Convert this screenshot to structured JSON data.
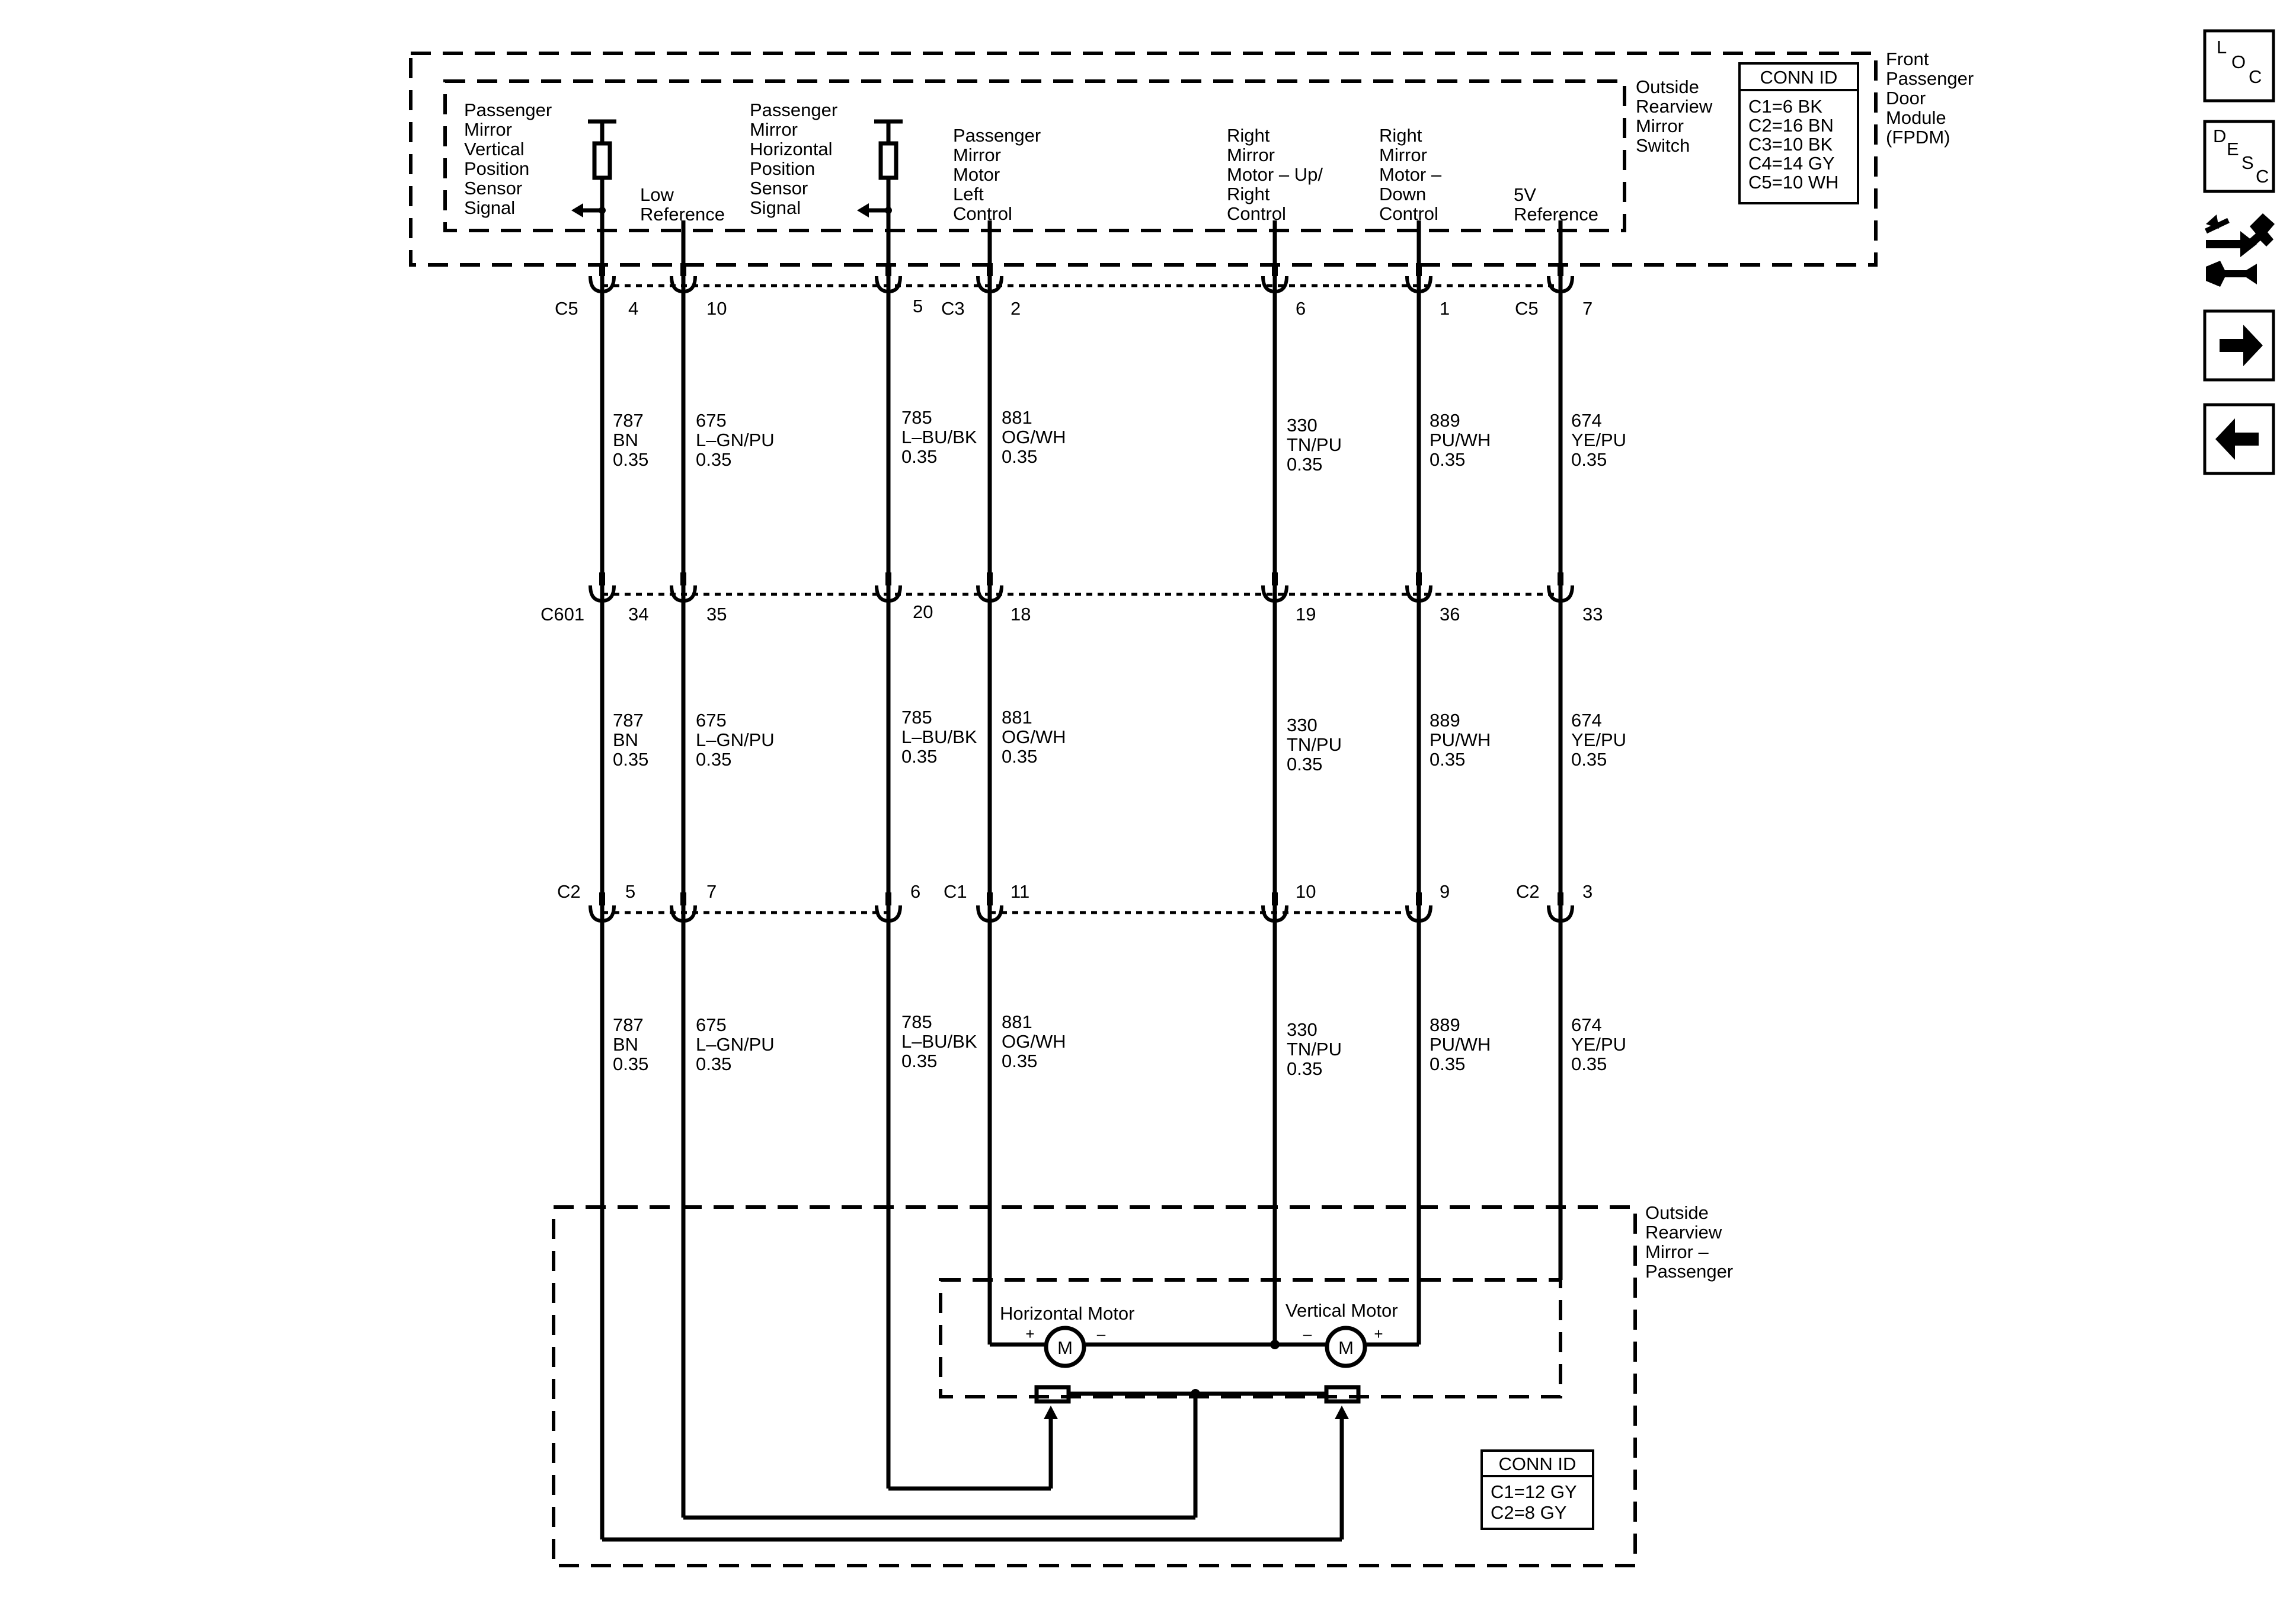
{
  "module_fpdm": {
    "name_lines": [
      "Front",
      "Passenger",
      "Door",
      "Module",
      "(FPDM)"
    ],
    "conn_id": {
      "title": "CONN ID",
      "rows": [
        "C1=6 BK",
        "C2=16 BN",
        "C3=10 BK",
        "C4=14 GY",
        "C5=10 WH"
      ]
    }
  },
  "switch": {
    "name_lines": [
      "Outside",
      "Rearview",
      "Mirror",
      "Switch"
    ]
  },
  "circuit_labels": {
    "vert_sensor": [
      "Passenger",
      "Mirror",
      "Vertical",
      "Position",
      "Sensor",
      "Signal"
    ],
    "low_ref": [
      "Low",
      "Reference"
    ],
    "horiz_sensor": [
      "Passenger",
      "Mirror",
      "Horizontal",
      "Position",
      "Sensor",
      "Signal"
    ],
    "left_ctrl": [
      "Passenger",
      "Mirror",
      "Motor",
      "Left",
      "Control"
    ],
    "up_right": [
      "Right",
      "Mirror",
      "Motor – Up/",
      "Right",
      "Control"
    ],
    "down": [
      "Right",
      "Mirror",
      "Motor –",
      "Down",
      "Control"
    ],
    "five_v": [
      "5V",
      "Reference"
    ]
  },
  "connector_row1": {
    "names": [
      "C5",
      "C3",
      "C5"
    ],
    "pins": [
      "4",
      "10",
      "5",
      "2",
      "6",
      "1",
      "7"
    ]
  },
  "connector_row2": {
    "names": [
      "C601"
    ],
    "pins": [
      "34",
      "35",
      "20",
      "18",
      "19",
      "36",
      "33"
    ]
  },
  "connector_row3": {
    "names": [
      "C2",
      "C1",
      "C2"
    ],
    "pins": [
      "5",
      "7",
      "6",
      "11",
      "10",
      "9",
      "3"
    ]
  },
  "wires": [
    {
      "circuit": "787",
      "color": "BN",
      "gauge": "0.35"
    },
    {
      "circuit": "675",
      "color": "L–GN/PU",
      "gauge": "0.35"
    },
    {
      "circuit": "785",
      "color": "L–BU/BK",
      "gauge": "0.35"
    },
    {
      "circuit": "881",
      "color": "OG/WH",
      "gauge": "0.35"
    },
    {
      "circuit": "330",
      "color": "TN/PU",
      "gauge": "0.35"
    },
    {
      "circuit": "889",
      "color": "PU/WH",
      "gauge": "0.35"
    },
    {
      "circuit": "674",
      "color": "YE/PU",
      "gauge": "0.35"
    }
  ],
  "mirror": {
    "name_lines": [
      "Outside",
      "Rearview",
      "Mirror –",
      "Passenger"
    ],
    "horizontal_motor": "Horizontal Motor",
    "vertical_motor": "Vertical Motor",
    "motor_symbol": "M",
    "plus": "+",
    "minus": "–",
    "conn_id": {
      "title": "CONN ID",
      "rows": [
        "C1=12 GY",
        "C2=8 GY"
      ]
    }
  },
  "side_buttons": {
    "loc": [
      "L",
      "O",
      "C"
    ],
    "desc": [
      "D",
      "E",
      "S",
      "C"
    ],
    "icons": [
      "connector-tools-icon",
      "arrow-right-icon",
      "arrow-left-icon"
    ]
  }
}
